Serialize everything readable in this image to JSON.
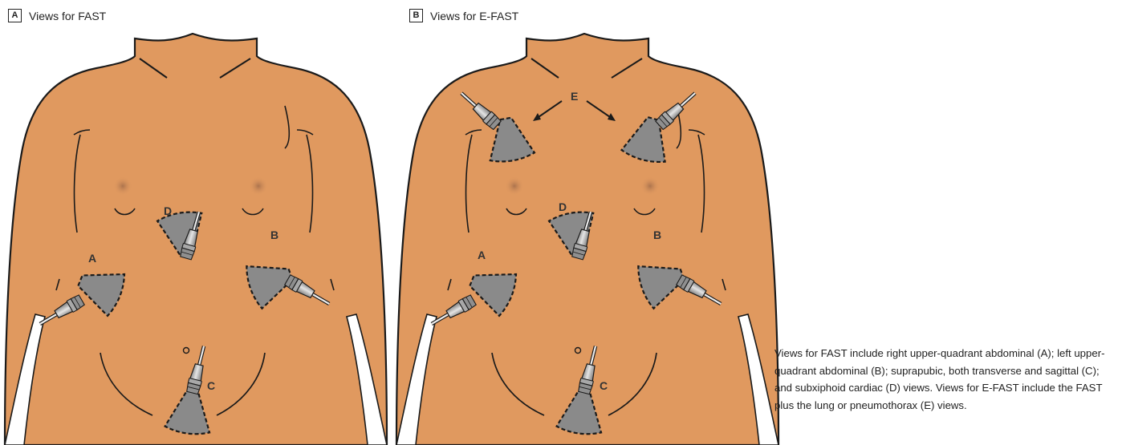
{
  "panels": [
    {
      "letter": "A",
      "title": "Views for FAST"
    },
    {
      "letter": "B",
      "title": "Views for E-FAST"
    }
  ],
  "view_labels": {
    "A": "A",
    "B": "B",
    "C": "C",
    "D": "D",
    "E": "E"
  },
  "caption": "Views for FAST include right upper-quadrant abdominal (A); left upper-quadrant abdominal (B); suprapubic, both transverse and sagittal (C); and subxiphoid cardiac (D) views. Views for E-FAST include the FAST plus the lung or pneumothorax (E) views.",
  "colors": {
    "skin": "#e0995f",
    "outline": "#1a1a1a",
    "view_fill": "#8a8a8a",
    "nipple": "#b37a55",
    "probe": "#bfbfbf"
  }
}
